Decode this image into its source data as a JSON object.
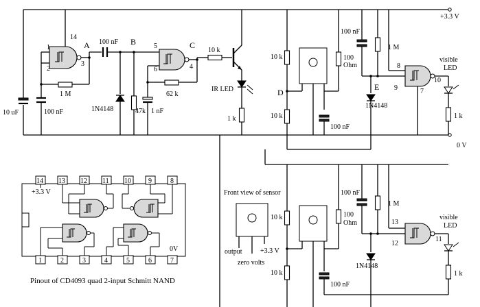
{
  "labels": {
    "supply_33": "+3.3 V",
    "ground_0v": "0 V",
    "node_a": "A",
    "node_b": "B",
    "node_c": "C",
    "node_d": "D",
    "node_e": "E",
    "ir_led": "IR LED",
    "visible_led": "visible",
    "visible_led2": "LED",
    "visible_led_b": "visible",
    "visible_led2_b": "LED",
    "front_view": "Front view of sensor",
    "output": "output",
    "plus33": "+3.3 V",
    "zero_volts": "zero volts",
    "pinout_caption": "Pinout of CD4093 quad 2-input Schmitt NAND",
    "chip_vplus": "+3.3 V",
    "chip_0v": "0V"
  },
  "components": {
    "c_10uf": "10 uF",
    "c_100nf_left": "100 nF",
    "c_100nf_ab": "100 nF",
    "r_1m_left": "1 M",
    "d_1n4148_b": "1N4148",
    "r_47k": "47k",
    "c_1nf": "1 nF",
    "r_62k": "62 k",
    "r_10k_base": "10 k",
    "r_1k_ir": "1 k",
    "r_10k_d_top": "10 k",
    "r_10k_d_bot": "10 k",
    "r_100ohm_top": "100",
    "r_100ohm_top2": "Ohm",
    "c_100nf_sensor_top": "100 nF",
    "c_100nf_e_top": "100 nF",
    "r_1m_e_top": "1 M",
    "d_1n4148_e_top": "1N4148",
    "r_1k_led_top": "1 k",
    "r_10k_bot_a": "10 k",
    "r_10k_bot_b": "10 k",
    "r_100ohm_bot": "100",
    "r_100ohm_bot2": "Ohm",
    "c_100nf_sensor_bot": "100 nF",
    "c_100nf_e_bot": "100 nF",
    "r_1m_e_bot": "1 M",
    "d_1n4148_e_bot": "1N4148",
    "r_1k_led_bot": "1 k"
  },
  "pins": {
    "p14": "14",
    "p1": "1",
    "p2": "2",
    "p3": "3",
    "p5": "5",
    "p6": "6",
    "p4": "4",
    "p8": "8",
    "p9": "9",
    "p10": "10",
    "p7": "7",
    "p13": "13",
    "p12": "12",
    "p11": "11"
  },
  "chip_pins_top": [
    "14",
    "13",
    "12",
    "11",
    "10",
    "9",
    "8"
  ],
  "chip_pins_bottom": [
    "1",
    "2",
    "3",
    "4",
    "5",
    "6",
    "7"
  ]
}
